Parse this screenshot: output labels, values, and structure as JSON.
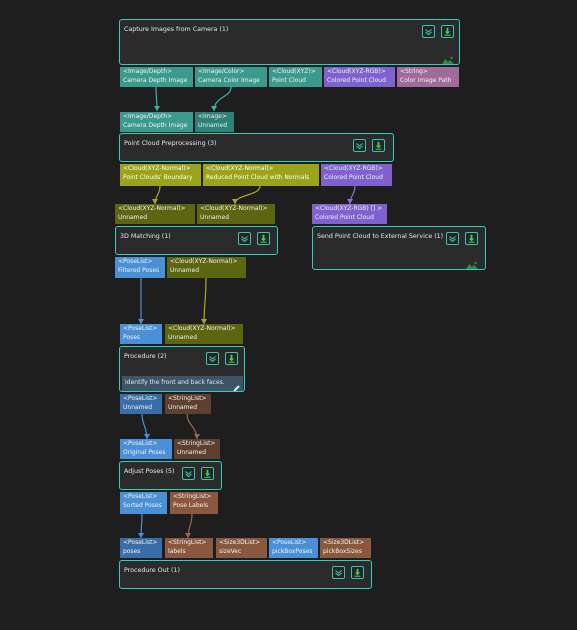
{
  "nodes": {
    "capture": {
      "title": "Capture Images from Camera (1)",
      "outputs": [
        {
          "type": "<Image/Depth>",
          "name": "Camera Depth Image"
        },
        {
          "type": "<Image/Color>",
          "name": "Camera Color Image"
        },
        {
          "type": "<Cloud(XYZ)>",
          "name": "Point Cloud"
        },
        {
          "type": "<Cloud(XYZ-RGB)>",
          "name": "Colored Point Cloud"
        },
        {
          "type": "<String>",
          "name": "Color Image Path"
        }
      ]
    },
    "pcp": {
      "title": "Point Cloud Preprocessing (3)",
      "inputs": [
        {
          "type": "<Image/Depth>",
          "name": "Camera Depth Image"
        },
        {
          "type": "<Image>",
          "name": "Unnamed"
        }
      ],
      "outputs": [
        {
          "type": "<Cloud(XYZ-Normal)>",
          "name": "Point Clouds' Boundary"
        },
        {
          "type": "<Cloud(XYZ-Normal)>",
          "name": "Reduced Point Cloud with Normals"
        },
        {
          "type": "<Cloud(XYZ-RGB)>",
          "name": "Colored Point Cloud"
        }
      ]
    },
    "match": {
      "title": "3D Matching (1)",
      "inputs": [
        {
          "type": "<Cloud(XYZ-Normal)>",
          "name": "Unnamed"
        },
        {
          "type": "<Cloud(XYZ-Normal)>",
          "name": "Unnamed"
        }
      ],
      "outputs": [
        {
          "type": "<PoseList>",
          "name": "Filtered Poses"
        },
        {
          "type": "<Cloud(XYZ-Normal)>",
          "name": "Unnamed"
        }
      ]
    },
    "send": {
      "title": "Send Point Cloud to External Service (1)",
      "inputs": [
        {
          "type": "<Cloud(XYZ-RGB) [] >",
          "name": "Colored Point Cloud"
        }
      ]
    },
    "proc2": {
      "title": "Procedure (2)",
      "description": "Identify the front and back faces.",
      "inputs": [
        {
          "type": "<PoseList>",
          "name": "Poses"
        },
        {
          "type": "<Cloud(XYZ-Normal)>",
          "name": "Unnamed"
        }
      ],
      "outputs": [
        {
          "type": "<PoseList>",
          "name": "Unnamed"
        },
        {
          "type": "<StringList>",
          "name": "Unnamed"
        }
      ]
    },
    "adjust": {
      "title": "Adjust Poses (5)",
      "inputs": [
        {
          "type": "<PoseList>",
          "name": "Original Poses"
        },
        {
          "type": "<StringList>",
          "name": "Unnamed"
        }
      ],
      "outputs": [
        {
          "type": "<PoseList>",
          "name": "Sorted Poses"
        },
        {
          "type": "<StringList>",
          "name": "Pose Labels"
        }
      ]
    },
    "out": {
      "title": "Procedure Out (1)",
      "inputs": [
        {
          "type": "<PoseList>",
          "name": "poses"
        },
        {
          "type": "<StringList>",
          "name": "labels"
        },
        {
          "type": "<Size3DList>",
          "name": "sizeVec"
        },
        {
          "type": "<PoseList>",
          "name": "pickBoxPoses"
        },
        {
          "type": "<Size3DList>",
          "name": "pickBoxSizes"
        }
      ]
    }
  },
  "icons": {
    "debug": "debug-output-icon",
    "run": "run-step-icon",
    "visual": "visualize-icon",
    "edit": "edit-description-icon"
  },
  "colors": {
    "node_border": "#2fd0bb",
    "canvas": "#1e1e1e",
    "wire_teal": "#3fb3a4",
    "wire_olive": "#a8a92a",
    "wire_purple": "#8b6fe0",
    "wire_blue": "#4a90d6",
    "wire_brown": "#9a6a4f"
  }
}
